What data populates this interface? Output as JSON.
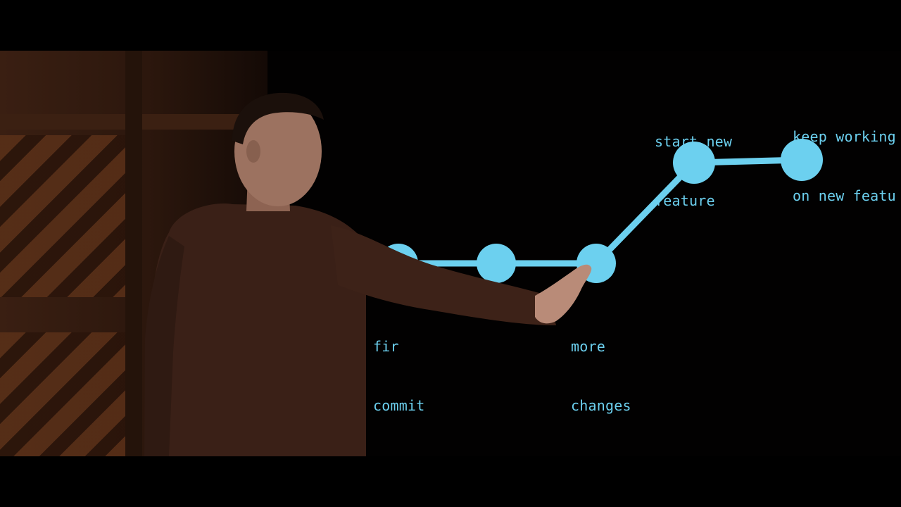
{
  "scene": {
    "description_color": "#6cd0ef",
    "line_color": "#6cd0ef"
  },
  "labels": {
    "first_commit": {
      "line1": "fir",
      "line2": "commit"
    },
    "more_changes": {
      "line1": "more",
      "line2": "changes"
    },
    "start_new_feature": {
      "line1": "start new",
      "line2": "feature"
    },
    "keep_working": {
      "line1": "keep working",
      "line2": "on new featu"
    }
  },
  "graph": {
    "nodes": [
      "first-commit",
      "second-commit",
      "more-changes",
      "start-new-feature",
      "keep-working"
    ],
    "node_color": "#6cd0ef"
  }
}
